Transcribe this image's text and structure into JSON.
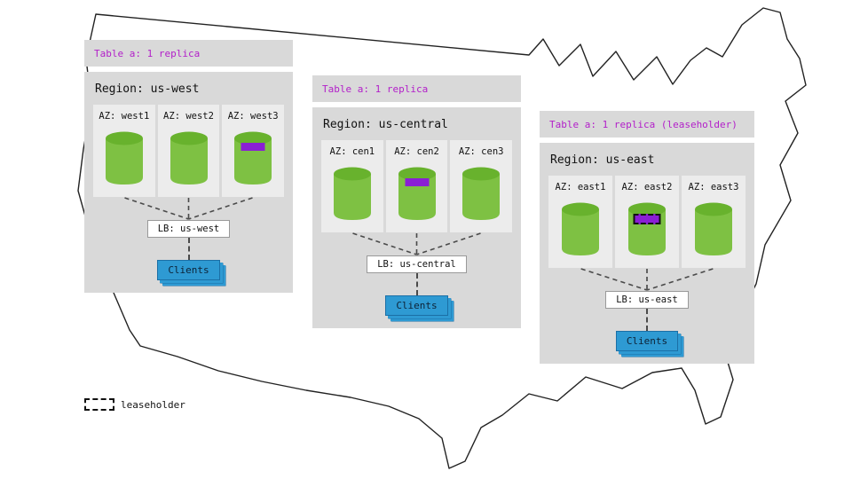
{
  "legend": {
    "label": "leaseholder"
  },
  "colors": {
    "panel_bg": "#d9d9d9",
    "az_bg": "#ececec",
    "cylinder_body": "#7ec143",
    "cylinder_top": "#68b22d",
    "replica_bar": "#8a1fd4",
    "table_label_text": "#b21fc9",
    "clients_bg": "#2e9ad3",
    "map_outline": "#222222"
  },
  "regions": [
    {
      "table_label": "Table a: 1 replica",
      "region_label": "Region: us-west",
      "azs": [
        {
          "label": "AZ: west1",
          "replica": false,
          "leaseholder": false
        },
        {
          "label": "AZ: west2",
          "replica": false,
          "leaseholder": false
        },
        {
          "label": "AZ: west3",
          "replica": true,
          "leaseholder": false
        }
      ],
      "lb_label": "LB: us-west",
      "clients_label": "Clients"
    },
    {
      "table_label": "Table a: 1 replica",
      "region_label": "Region: us-central",
      "azs": [
        {
          "label": "AZ: cen1",
          "replica": false,
          "leaseholder": false
        },
        {
          "label": "AZ: cen2",
          "replica": true,
          "leaseholder": false
        },
        {
          "label": "AZ: cen3",
          "replica": false,
          "leaseholder": false
        }
      ],
      "lb_label": "LB: us-central",
      "clients_label": "Clients"
    },
    {
      "table_label": "Table a: 1 replica (leaseholder)",
      "region_label": "Region: us-east",
      "azs": [
        {
          "label": "AZ: east1",
          "replica": false,
          "leaseholder": false
        },
        {
          "label": "AZ: east2",
          "replica": true,
          "leaseholder": true
        },
        {
          "label": "AZ: east3",
          "replica": false,
          "leaseholder": false
        }
      ],
      "lb_label": "LB: us-east",
      "clients_label": "Clients"
    }
  ]
}
